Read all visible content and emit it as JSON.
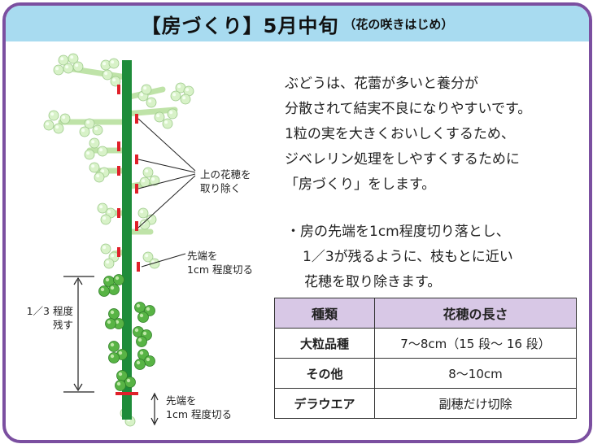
{
  "header": {
    "title": "【房づくり】5月中旬",
    "subtitle": "（花の咲きはじめ）"
  },
  "intro_lines": [
    "ぶどうは、花蕾が多いと養分が",
    "分散されて結実不良になりやすいです。",
    "1粒の実を大きくおいしくするため、",
    "ジベレリン処理をしやすくするために",
    "「房づくり」をします。"
  ],
  "bullet_lines": [
    "・房の先端を1cm程度切り落とし、",
    "1／3が残るように、枝もとに近い",
    "花穂を取り除きます。"
  ],
  "diagram_labels": {
    "upper_remove": [
      "上の花穂を",
      "取り除く"
    ],
    "tip_cut_top": [
      "先端を",
      "1cm 程度切る"
    ],
    "third_remain": [
      "1／3 程度",
      "残す"
    ],
    "tip_cut_bottom": [
      "先端を",
      "1cm 程度切る"
    ]
  },
  "table": {
    "headers": [
      "種類",
      "花穂の長さ"
    ],
    "rows": [
      {
        "type": "大粒品種",
        "length": "7～8cm（15 段～ 16 段）"
      },
      {
        "type": "その他",
        "length": "8～10cm"
      },
      {
        "type": "デラウエア",
        "length": "副穂だけ切除"
      }
    ]
  },
  "colors": {
    "border": "#7b4fa0",
    "header_bg": "#a8dbf0",
    "table_header_bg": "#d8c8e6",
    "stem": "#1e8c3a",
    "flower_pale": "#cfeec0",
    "flower_dark": "#4aa83a",
    "cut_mark": "#e0202a"
  }
}
